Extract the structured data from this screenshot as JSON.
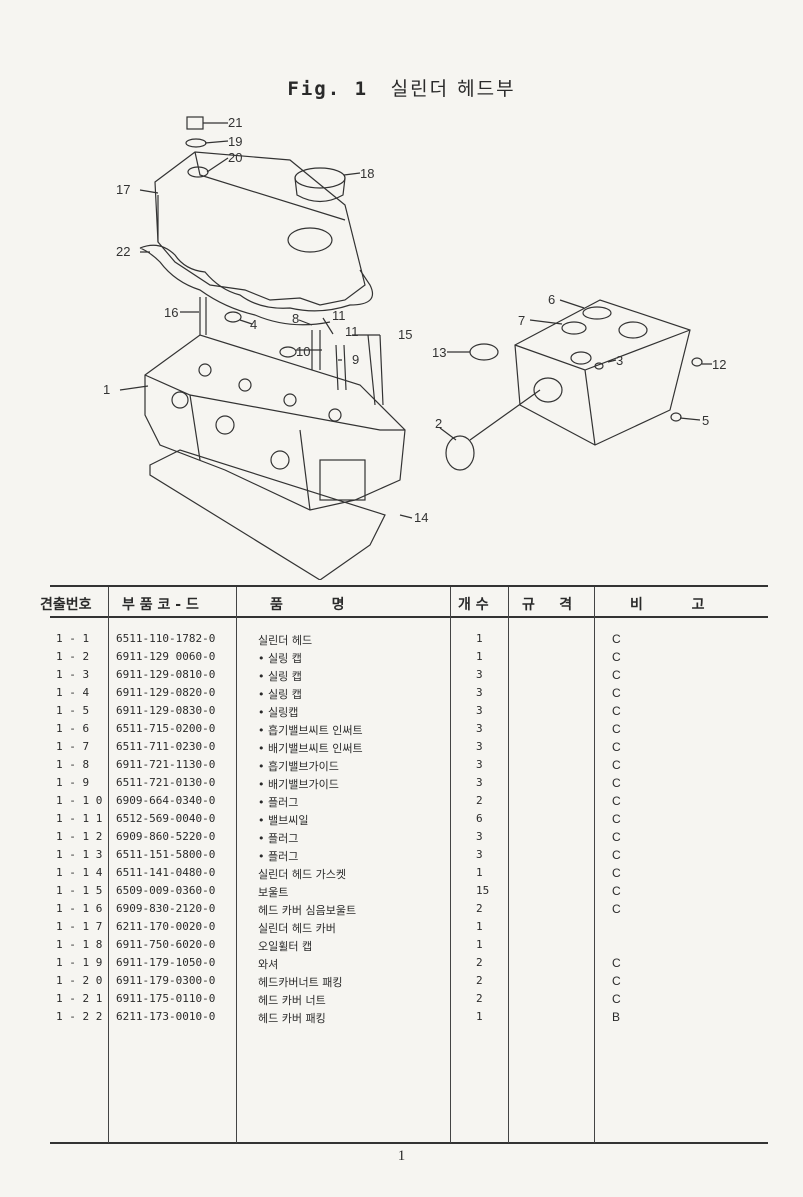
{
  "title": {
    "fig": "Fig. 1",
    "name": "실린더 헤드부"
  },
  "callouts": [
    "21",
    "19",
    "20",
    "18",
    "17",
    "22",
    "16",
    "4",
    "8",
    "11",
    "15",
    "10",
    "11",
    "9",
    "1",
    "14",
    "6",
    "7",
    "13",
    "3",
    "12",
    "5",
    "2"
  ],
  "headers": {
    "no": "견출번호",
    "code": "부 품 코 - 드",
    "name": "품          명",
    "qty": "개 수",
    "spec": "규     격",
    "note": "비          고"
  },
  "rows": [
    {
      "no": "1 - 1",
      "code": "6511-110-1782-0",
      "name": "실린더 헤드",
      "qty": "1",
      "note": "C"
    },
    {
      "no": "1 - 2",
      "code": "6911-129 0060-0",
      "name": "• 실링 캡",
      "qty": "1",
      "note": "C"
    },
    {
      "no": "1 - 3",
      "code": "6911-129-0810-0",
      "name": "• 실링 캡",
      "qty": "3",
      "note": "C"
    },
    {
      "no": "1 - 4",
      "code": "6911-129-0820-0",
      "name": "• 실링 캡",
      "qty": "3",
      "note": "C"
    },
    {
      "no": "1 - 5",
      "code": "6911-129-0830-0",
      "name": "•  실링캡",
      "qty": "3",
      "note": "C"
    },
    {
      "no": "1 - 6",
      "code": "6511-715-0200-0",
      "name": "• 흡기밸브씨트 인써트",
      "qty": "3",
      "note": "C"
    },
    {
      "no": "1 - 7",
      "code": "6511-711-0230-0",
      "name": "• 배기밸브씨트 인써트",
      "qty": "3",
      "note": "C"
    },
    {
      "no": "1 - 8",
      "code": "6911-721-1130-0",
      "name": "• 흡기밸브가이드",
      "qty": "3",
      "note": "C"
    },
    {
      "no": "1 - 9",
      "code": "6511-721-0130-0",
      "name": "• 배기밸브가이드",
      "qty": "3",
      "note": "C"
    },
    {
      "no": "1 - 1 0",
      "code": "6909-664-0340-0",
      "name": "• 플러그",
      "qty": "2",
      "note": "C"
    },
    {
      "no": "1 - 1 1",
      "code": "6512-569-0040-0",
      "name": "• 밸브씨일",
      "qty": "6",
      "note": "C"
    },
    {
      "no": "1 - 1 2",
      "code": "6909-860-5220-0",
      "name": "• 플러그",
      "qty": "3",
      "note": "C"
    },
    {
      "no": "1 - 1 3",
      "code": "6511-151-5800-0",
      "name": "• 플러그",
      "qty": "3",
      "note": "C"
    },
    {
      "no": "1 - 1 4",
      "code": "6511-141-0480-0",
      "name": "실린더 헤드 가스켓",
      "qty": "1",
      "note": "C"
    },
    {
      "no": "1 - 1 5",
      "code": "6509-009-0360-0",
      "name": "보울트",
      "qty": "15",
      "note": "C"
    },
    {
      "no": "1 - 1 6",
      "code": "6909-830-2120-0",
      "name": "헤드 카버 심음보울트",
      "qty": "2",
      "note": "C"
    },
    {
      "no": "1 - 1 7",
      "code": "6211-170-0020-0",
      "name": "실린더 헤드 카버",
      "qty": "1",
      "note": ""
    },
    {
      "no": "1 - 1 8",
      "code": "6911-750-6020-0",
      "name": "오일휠터 캡",
      "qty": "1",
      "note": ""
    },
    {
      "no": "1 - 1 9",
      "code": "6911-179-1050-0",
      "name": "와셔",
      "qty": "2",
      "note": "C"
    },
    {
      "no": "1 - 2 0",
      "code": "6911-179-0300-0",
      "name": "헤드카버너트 패킹",
      "qty": "2",
      "note": "C"
    },
    {
      "no": "1 - 2 1",
      "code": "6911-175-0110-0",
      "name": "헤드 카버 너트",
      "qty": "2",
      "note": "C"
    },
    {
      "no": "1 - 2 2",
      "code": "6211-173-0010-0",
      "name": "헤드 카버 패킹",
      "qty": "1",
      "note": "B"
    }
  ],
  "page_number": "1"
}
